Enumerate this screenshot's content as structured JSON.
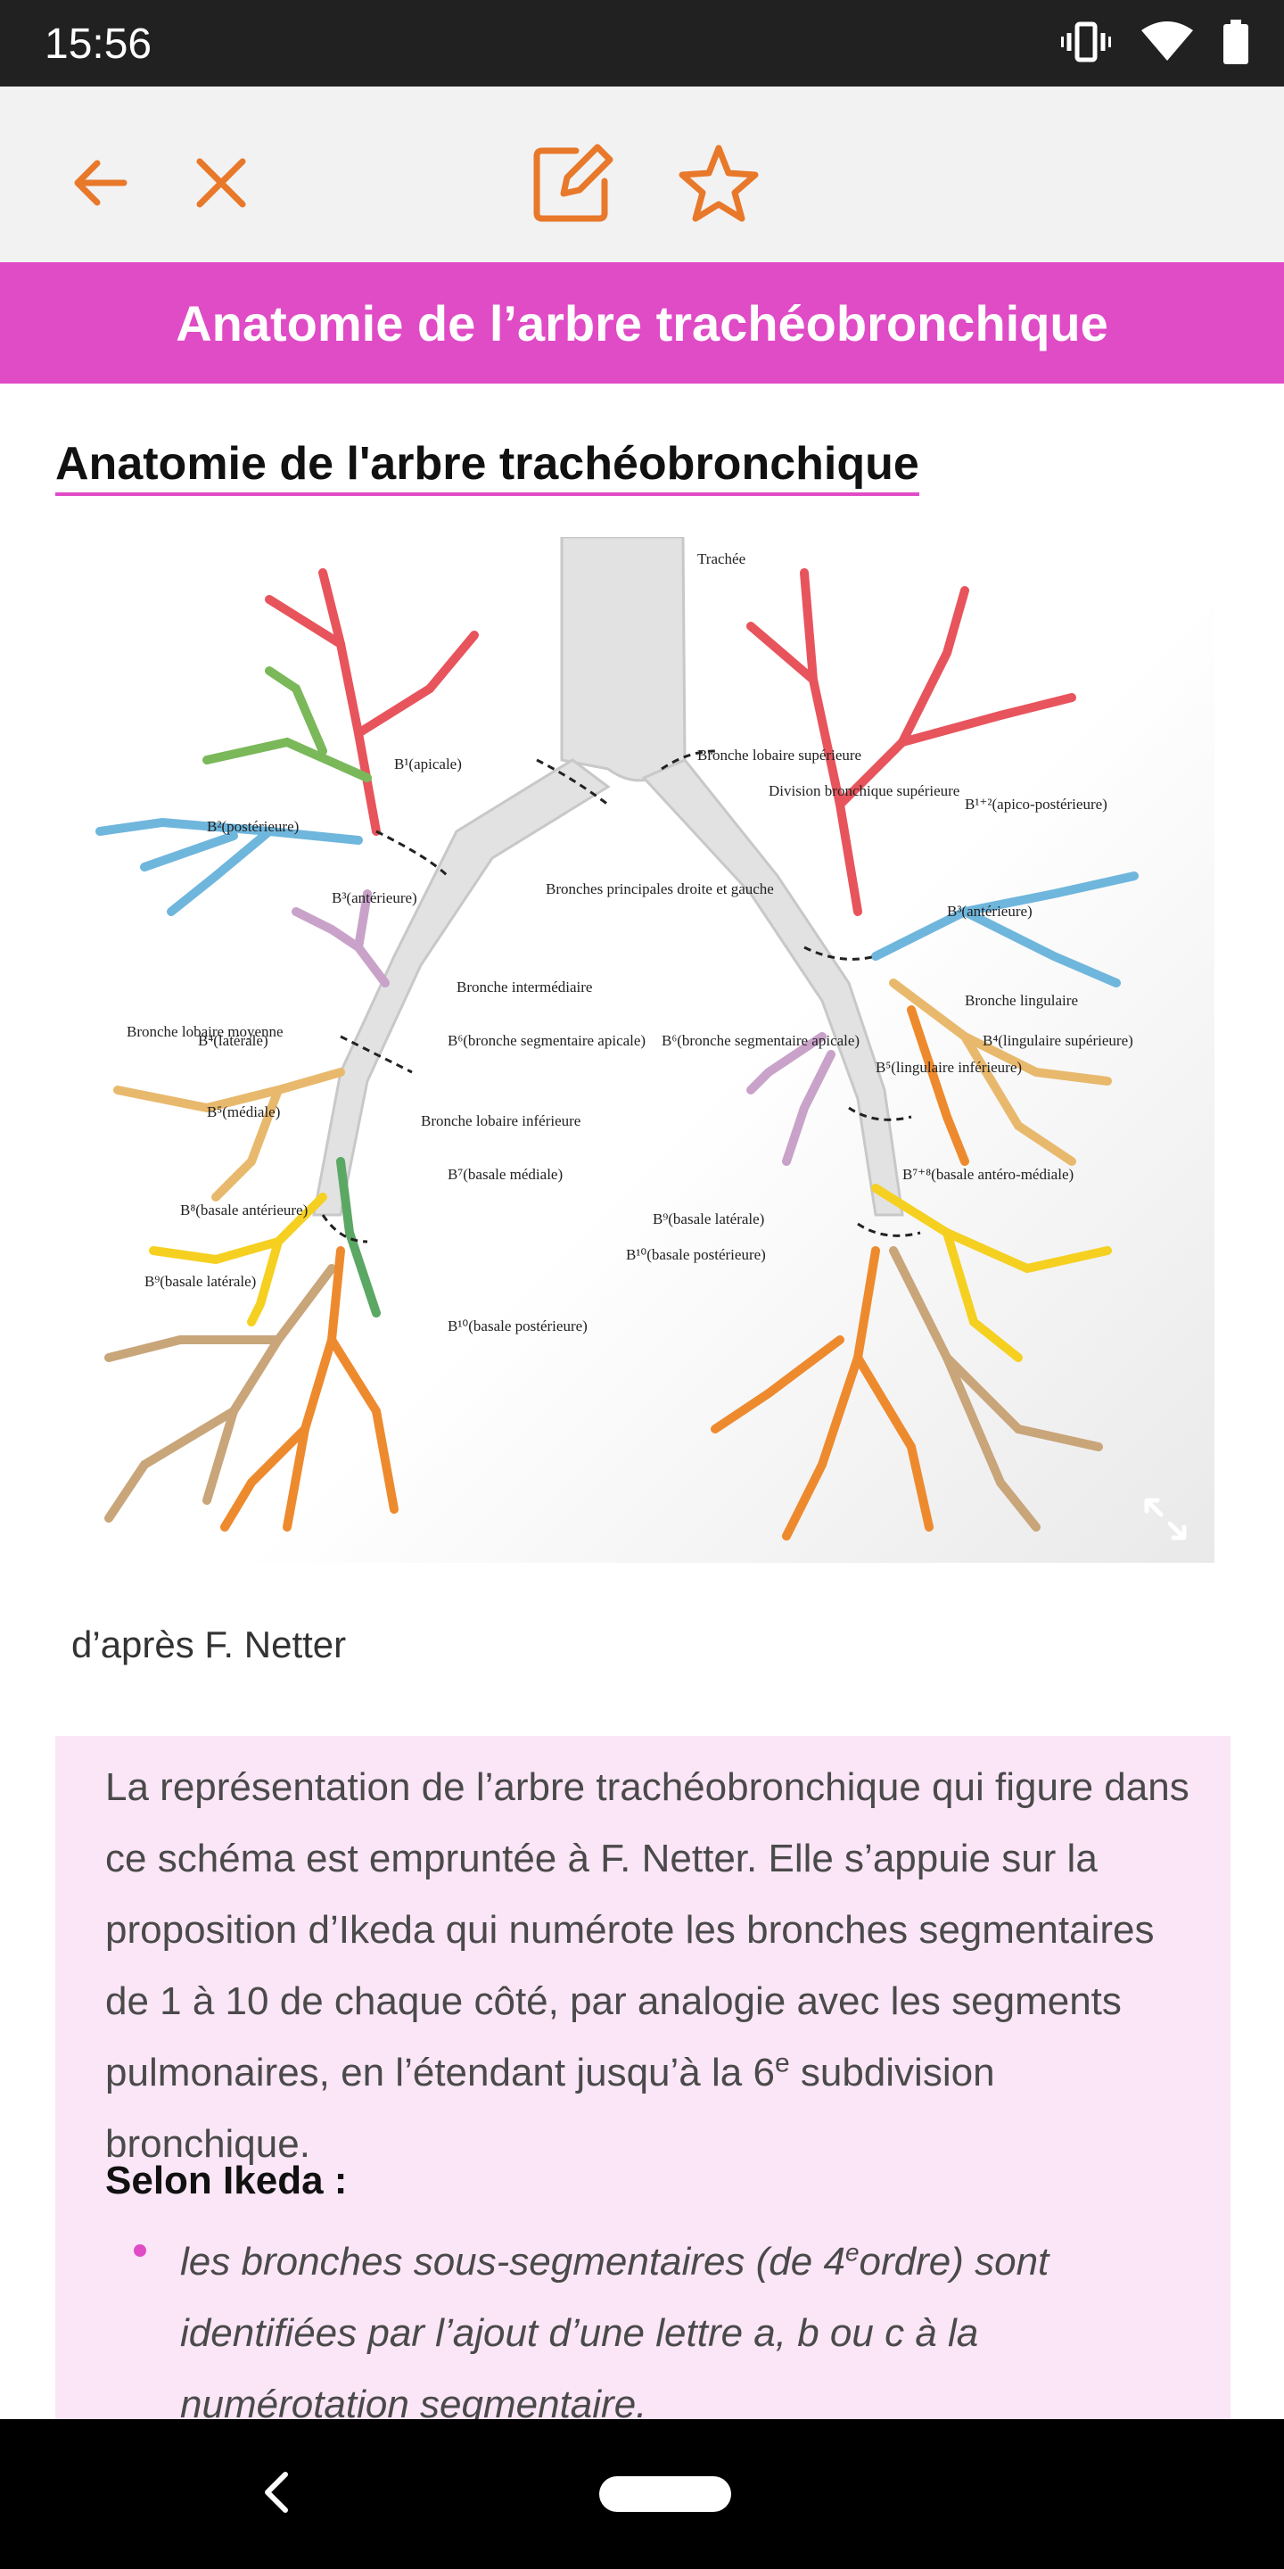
{
  "status_bar": {
    "time": "15:56"
  },
  "page_title": "Anatomie de l’arbre trachéobronchique",
  "content": {
    "heading": "Anatomie de l'arbre trachéobronchique",
    "figure_labels": [
      "Trachée",
      "Bronches principales droite et gauche",
      "Bronche intermédiaire",
      "Bronche lobaire moyenne",
      "Bronche lobaire inférieure",
      "Bronche lobaire supérieure",
      "Division bronchique supérieure",
      "Bronche lingulaire",
      "B¹(apicale)",
      "B²(postérieure)",
      "B³(antérieure)",
      "B⁴(latérale)",
      "B⁵(médiale)",
      "B⁶(bronche segmentaire apicale)",
      "B⁷(basale médiale)",
      "B⁸(basale antérieure)",
      "B⁹(basale latérale)",
      "B¹⁰(basale postérieure)",
      "B¹⁺²(apico-postérieure)",
      "B³(antérieure)",
      "B⁴(lingulaire supérieure)",
      "B⁵(lingulaire inférieure)",
      "B⁶(bronche segmentaire apicale)",
      "B⁷⁺⁸(basale antéro-médiale)",
      "B⁹(basale latérale)",
      "B¹⁰(basale postérieure)"
    ],
    "caption": "d’après F. Netter",
    "paragraph_before_sup": "La représentation de l’arbre trachéobronchique qui figure dans ce schéma est empruntée à F. Netter. Elle s’appuie sur la proposition d’Ikeda qui numérote les bronches segmentaires de 1 à 10 de chaque côté, par analogie avec les segments pulmonaires, en l’étendant jusqu’à la 6",
    "paragraph_sup": "e",
    "paragraph_after_sup": " subdivision bronchique.",
    "strong_label": "Selon Ikeda :",
    "bullet_before_sup": "les bronches sous-segmentaires (de 4",
    "bullet_sup": "e",
    "bullet_after_sup": "ordre) sont identifiées par l’ajout d’une lettre a, b ou c à la numérotation segmentaire."
  },
  "colors": {
    "accent": "#e04bc6",
    "toolbar_icons": "#e8782a",
    "note_background": "#fbe6f7",
    "segment_colors": [
      "#e8545c",
      "#7ab85a",
      "#6fb6dd",
      "#e8b96d",
      "#f5d020",
      "#ee8a2e",
      "#c9a2c9",
      "#c9a57a"
    ]
  },
  "icons": {
    "back": "arrow-left-icon",
    "close": "close-icon",
    "edit": "edit-icon",
    "favorite": "star-icon",
    "expand": "expand-icon"
  }
}
